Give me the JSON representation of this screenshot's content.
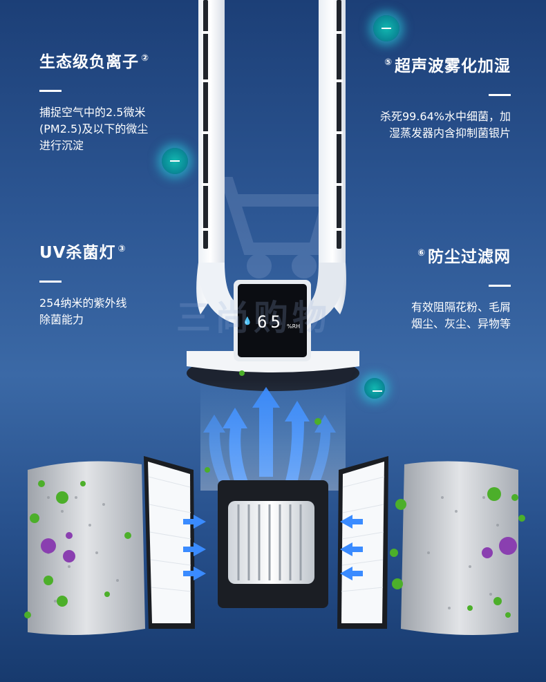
{
  "features": [
    {
      "title": "生态级负离子",
      "num": "②",
      "desc": "捕捉空气中的2.5微米\n(PM2.5)及以下的微尘\n进行沉淀"
    },
    {
      "title": "超声波雾化加湿",
      "num": "⑤",
      "desc": "杀死99.64%水中细菌，加\n湿蒸发器内含抑制菌银片"
    },
    {
      "title": "UV杀菌灯",
      "num": "③",
      "desc": "254纳米的紫外线\n除菌能力"
    },
    {
      "title": "防尘过滤网",
      "num": "⑥",
      "desc": "有效阻隔花粉、毛屑\n烟尘、灰尘、异物等"
    }
  ],
  "display": {
    "value": "65",
    "unit": "%RH",
    "icon": "water-drop-icon"
  },
  "watermark": "三尚购物",
  "colors": {
    "accent": "#12b7b0",
    "airflow": "#3a8bff",
    "germ_green": "#4caf2a",
    "germ_purple": "#8a3fb0"
  }
}
